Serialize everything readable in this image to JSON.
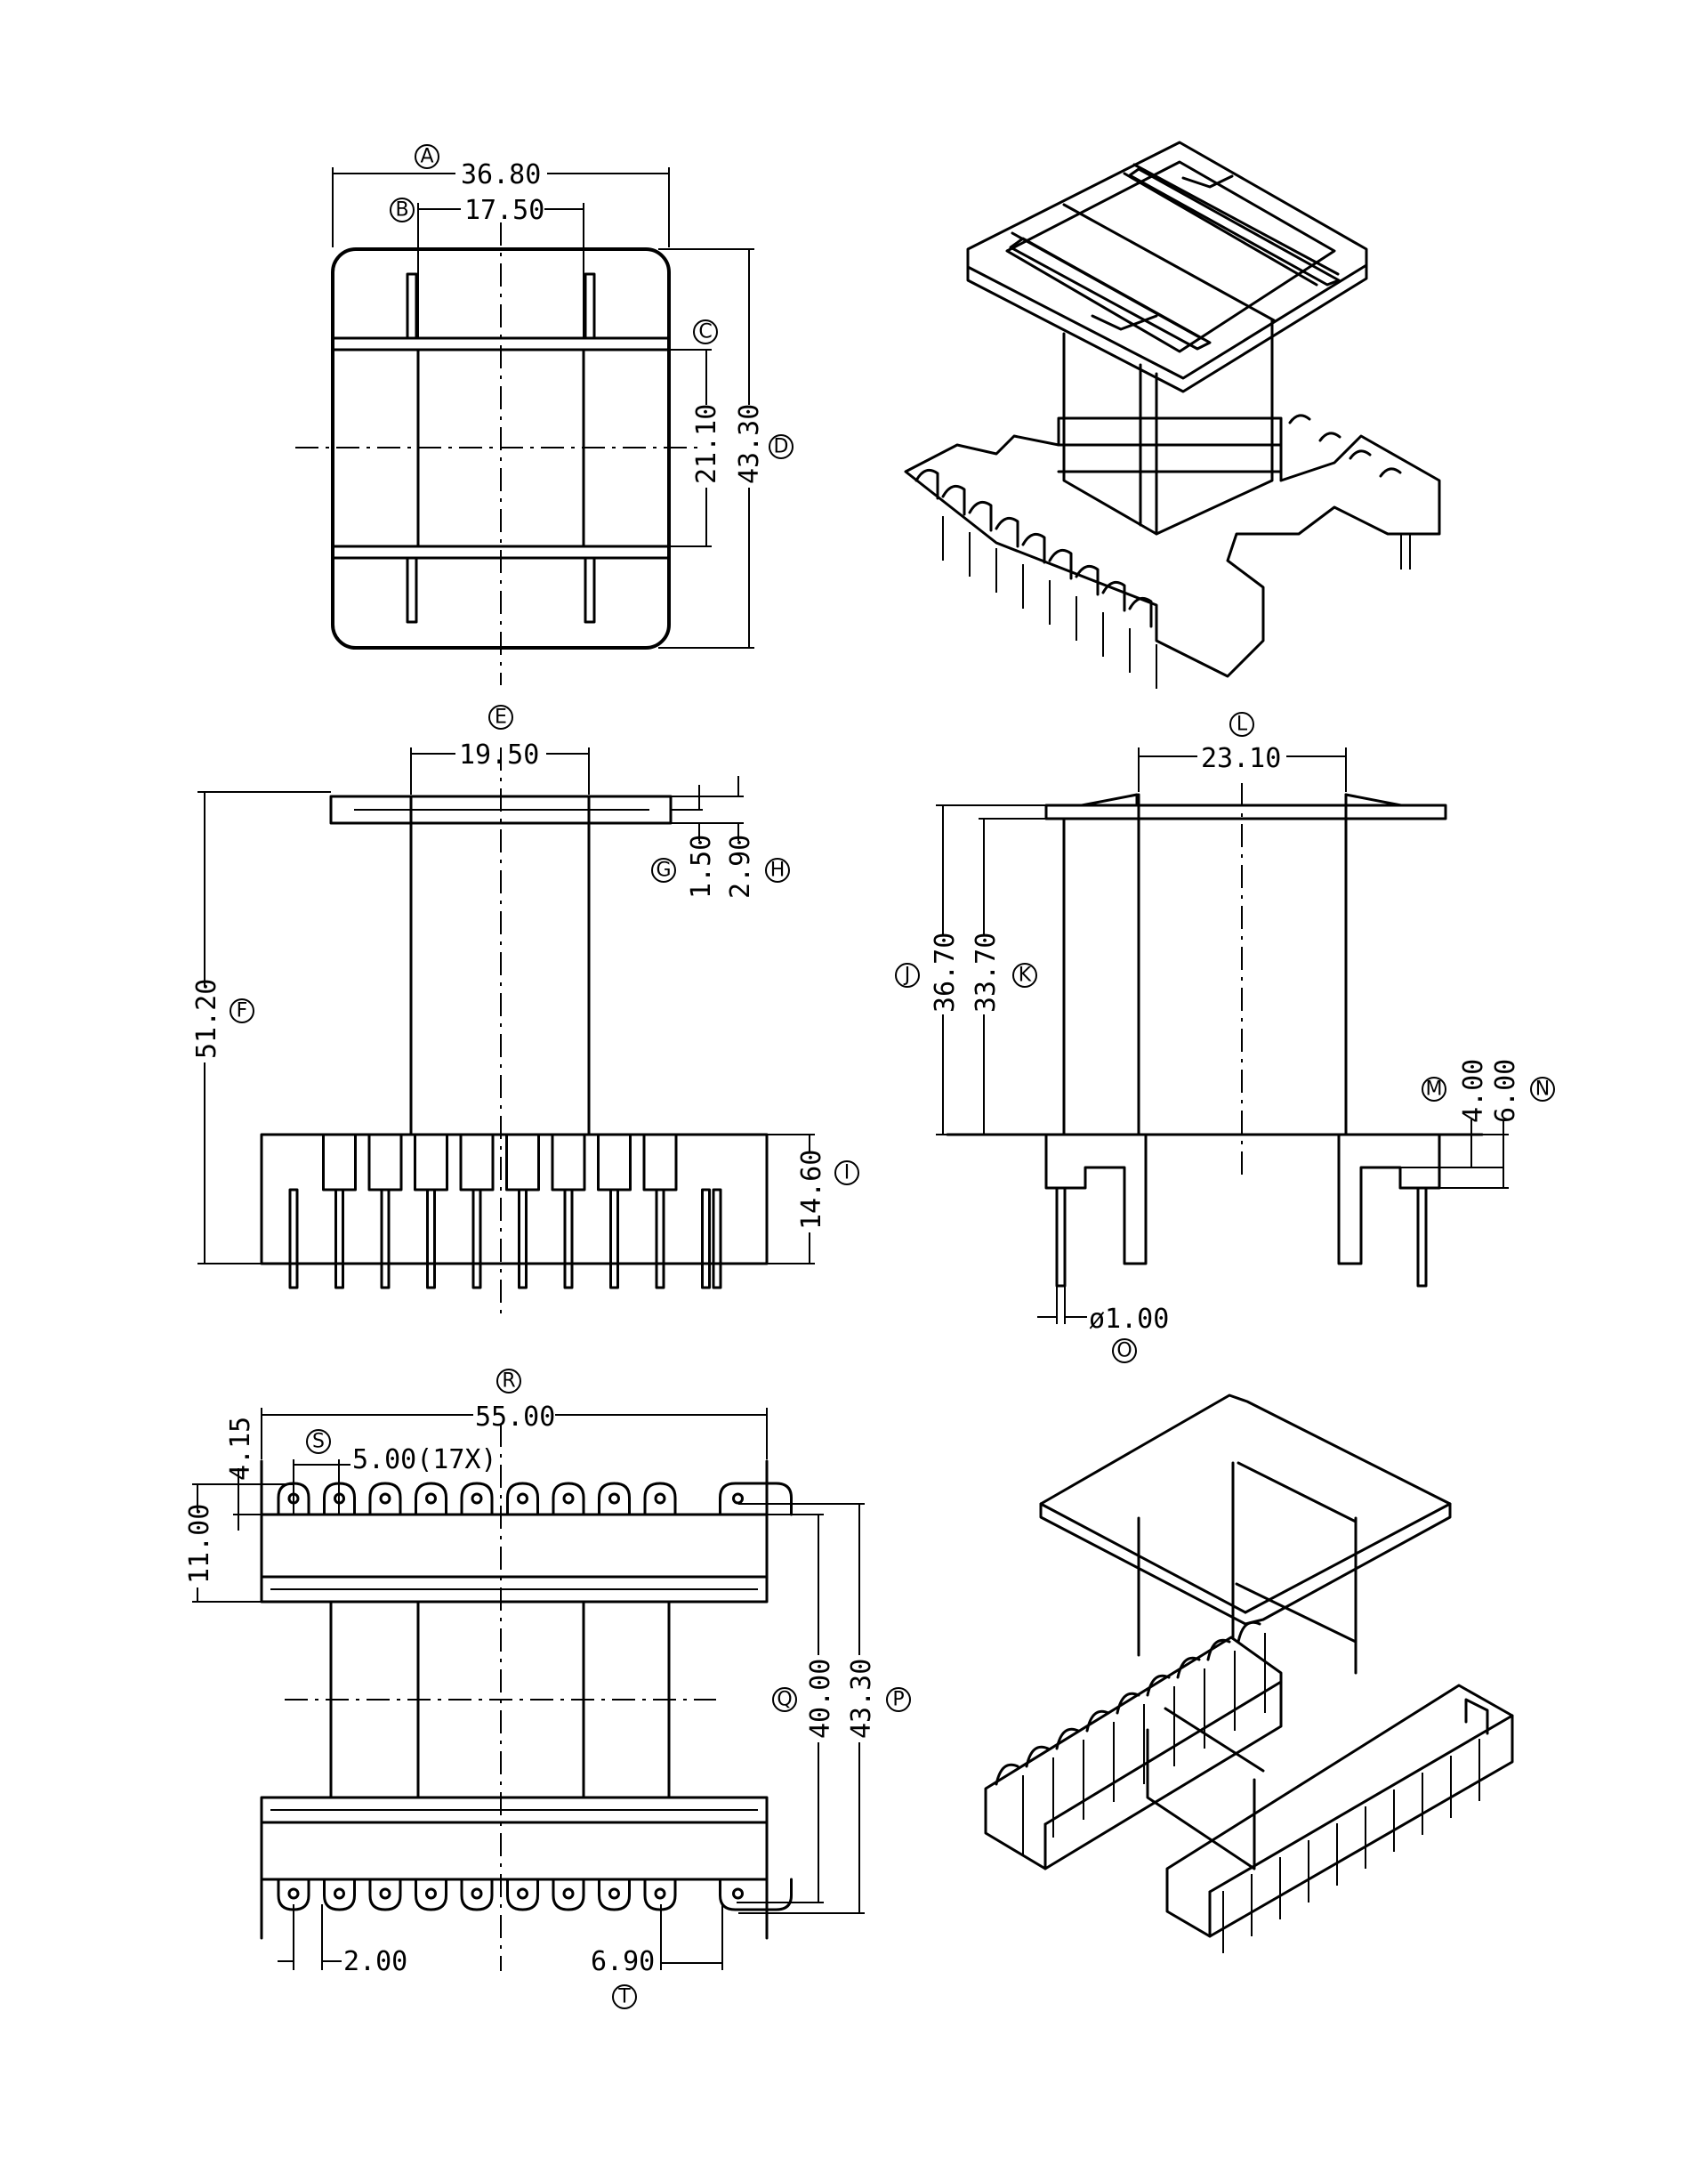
{
  "dimensions": {
    "A": {
      "tag": "A",
      "value": "36.80"
    },
    "B": {
      "tag": "B",
      "value": "17.50"
    },
    "C": {
      "tag": "C",
      "value": "21.10"
    },
    "D": {
      "tag": "D",
      "value": "43.30"
    },
    "E": {
      "tag": "E",
      "value": "19.50"
    },
    "F": {
      "tag": "F",
      "value": "51.20"
    },
    "G": {
      "tag": "G",
      "value": "1.50"
    },
    "H": {
      "tag": "H",
      "value": "2.90"
    },
    "I": {
      "tag": "I",
      "value": "14.60"
    },
    "J": {
      "tag": "J",
      "value": "36.70"
    },
    "K": {
      "tag": "K",
      "value": "33.70"
    },
    "L": {
      "tag": "L",
      "value": "23.10"
    },
    "M": {
      "tag": "M",
      "value": "4.00"
    },
    "N": {
      "tag": "N",
      "value": "6.00"
    },
    "O": {
      "tag": "O",
      "value": "ø1.00"
    },
    "P": {
      "tag": "P",
      "value": "43.30"
    },
    "Q": {
      "tag": "Q",
      "value": "40.00"
    },
    "R": {
      "tag": "R",
      "value": "55.00"
    },
    "S": {
      "tag": "S",
      "value": "5.00(17X)"
    },
    "T": {
      "tag": "T",
      "value": "6.90"
    },
    "U": {
      "value": "4.15"
    },
    "V": {
      "value": "11.00"
    },
    "W": {
      "value": "2.00"
    }
  },
  "pin_count_per_row": 10
}
